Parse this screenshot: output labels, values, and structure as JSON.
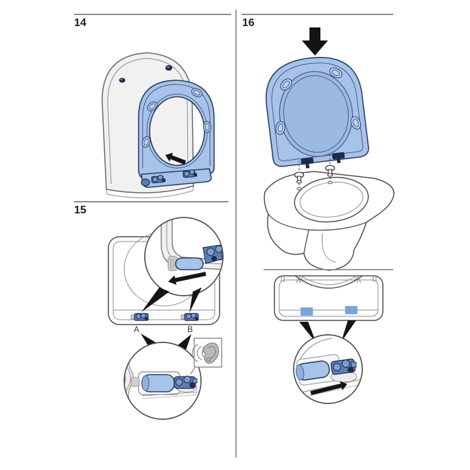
{
  "steps": {
    "s14": {
      "number": "14"
    },
    "s15": {
      "number": "15",
      "hinge_labels": {
        "a": "A",
        "b": "B"
      }
    },
    "s16": {
      "number": "16"
    }
  },
  "icons": {
    "s14_insert_arrow": "arrow-up-left-icon",
    "s15_slide_arrow": "arrow-down-left-icon",
    "s15_listen": "ear-icon",
    "s16_place_arrow": "arrow-down-icon",
    "s16_slide_arrow": "arrow-right-icon"
  },
  "colors": {
    "seat_fill": "#a8c3e9",
    "seat_stroke": "#2b3f63",
    "seat_inner_line": "#44598a",
    "seat_recess": "#9cb9e4",
    "bumper_fill": "#bcd2ef",
    "hinge_fill": "#5b7fb5",
    "hinge_light": "#7f9cc9",
    "hinge_dark": "#1d2b4d",
    "slot_blue": "#7ba3de",
    "art_stroke": "#4d4d4d",
    "art_light": "#f1f1f1",
    "gray_part": "#cfcfcf",
    "rule": "#8a8a8a",
    "divider": "#9a9a9a",
    "arrow_black": "#141414"
  }
}
